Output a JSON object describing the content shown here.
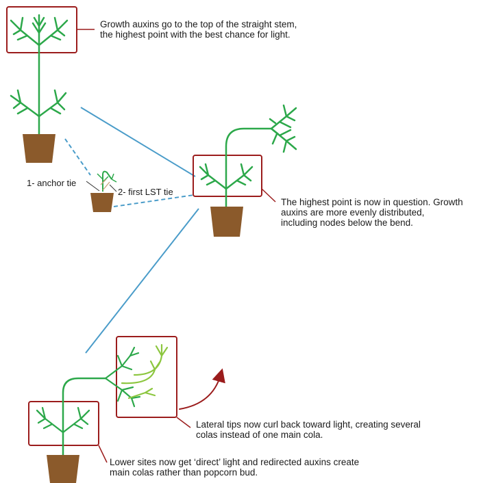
{
  "captions": {
    "top": [
      "Growth auxins go to the top of the straight stem,",
      "the highest point with the best chance for light."
    ],
    "middle": [
      "The highest point is now in question. Growth",
      "auxins are more evenly distributed,",
      "including nodes below the bend."
    ],
    "lateral": [
      "Lateral tips now curl back toward light, creating several",
      "colas instead of one main cola."
    ],
    "lower": [
      "Lower sites now get ‘direct’ light and redirected auxins create",
      "main colas rather than popcorn bud."
    ]
  },
  "tie_labels": {
    "anchor": "1- anchor tie",
    "first_lst": "2- first LST tie"
  },
  "colors": {
    "stem": "#2ca84a",
    "light_branch": "#8cc63f",
    "pot": "#8b5a2b",
    "highlight_box": "#9b1c1c",
    "connector": "#4a9cc9",
    "arrow": "#9b1c1c"
  }
}
